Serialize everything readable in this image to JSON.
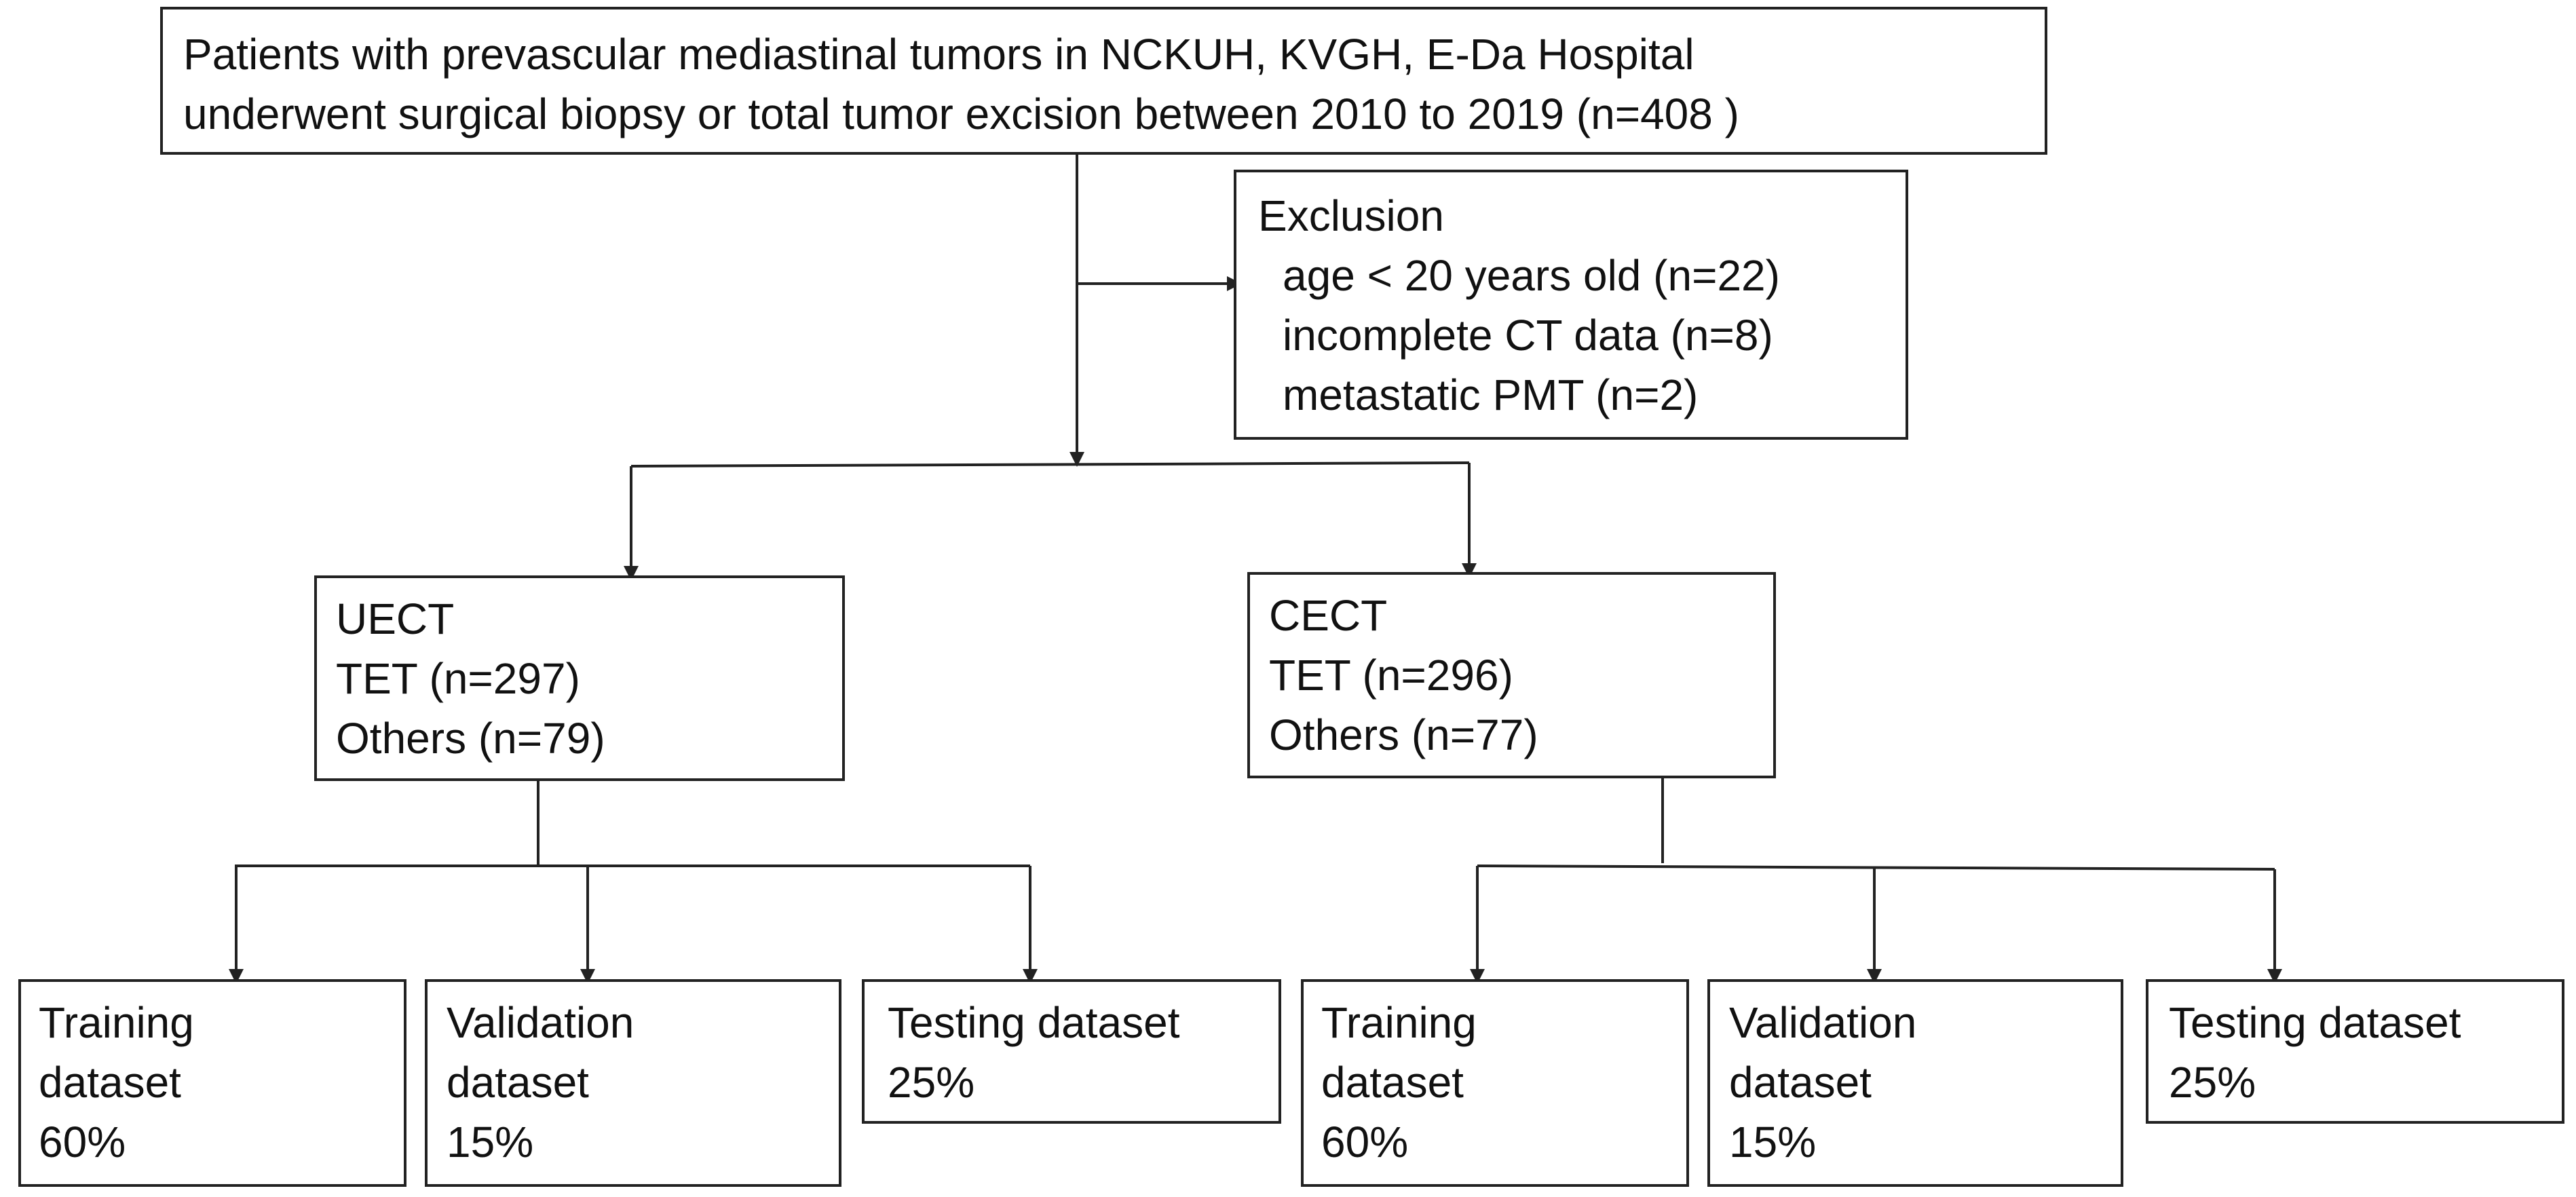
{
  "source": {
    "line1": "Patients with prevascular mediastinal tumors in NCKUH, KVGH, E-Da Hospital",
    "line2": "underwent surgical biopsy or total tumor excision between 2010 to 2019 (n=408  )"
  },
  "exclusion": {
    "title": "Exclusion",
    "items": [
      "age < 20 years old (n=22)",
      "incomplete CT data (n=8)",
      "metastatic PMT (n=2)"
    ]
  },
  "uect": {
    "title": "UECT",
    "tet": "TET (n=297)",
    "others": "Others (n=79)"
  },
  "cect": {
    "title": "CECT",
    "tet": "TET (n=296)",
    "others": "Others (n=77)"
  },
  "uect_splits": [
    {
      "lines": [
        "Training",
        "dataset",
        "60%"
      ]
    },
    {
      "lines": [
        "Validation",
        "dataset",
        "15%"
      ]
    },
    {
      "lines": [
        "Testing dataset",
        "25%"
      ]
    }
  ],
  "cect_splits": [
    {
      "lines": [
        "Training",
        "dataset",
        "60%"
      ]
    },
    {
      "lines": [
        "Validation",
        "dataset",
        "15%"
      ]
    },
    {
      "lines": [
        "Testing dataset",
        "25%"
      ]
    }
  ]
}
